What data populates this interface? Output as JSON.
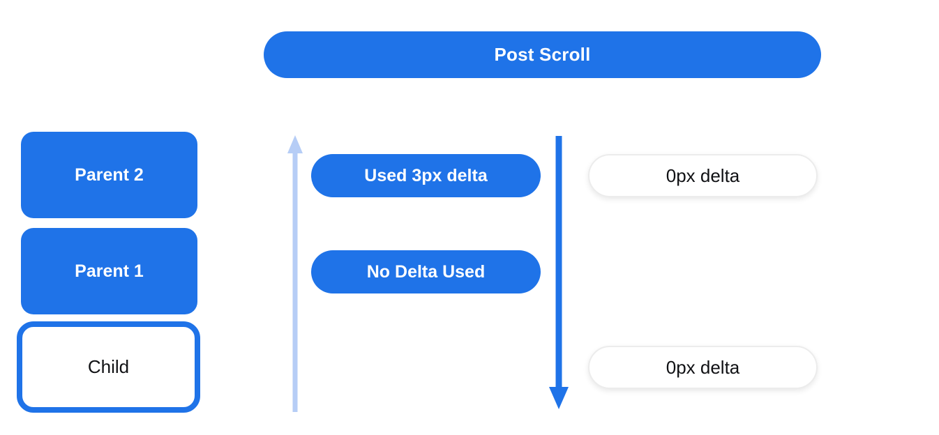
{
  "title": "Post Scroll nested scrolling diagram",
  "header": {
    "label": "Post Scroll"
  },
  "left_column": {
    "boxes": [
      {
        "label": "Parent 2",
        "style": "filled"
      },
      {
        "label": "Parent 1",
        "style": "filled"
      },
      {
        "label": "Child",
        "style": "outlined"
      }
    ]
  },
  "middle_column": {
    "up_arrow_icon": "arrow-up",
    "down_arrow_icon": "arrow-down",
    "pills": [
      {
        "label": "Used 3px delta"
      },
      {
        "label": "No Delta Used"
      }
    ]
  },
  "right_column": {
    "pills": [
      {
        "label": "0px delta"
      },
      {
        "label": "0px delta"
      }
    ]
  },
  "colors": {
    "primary_blue": "#1f73e8",
    "light_blue": "#b6cdf6",
    "white": "#ffffff",
    "text_dark": "#101114",
    "pill_border_gray": "#ececec"
  }
}
